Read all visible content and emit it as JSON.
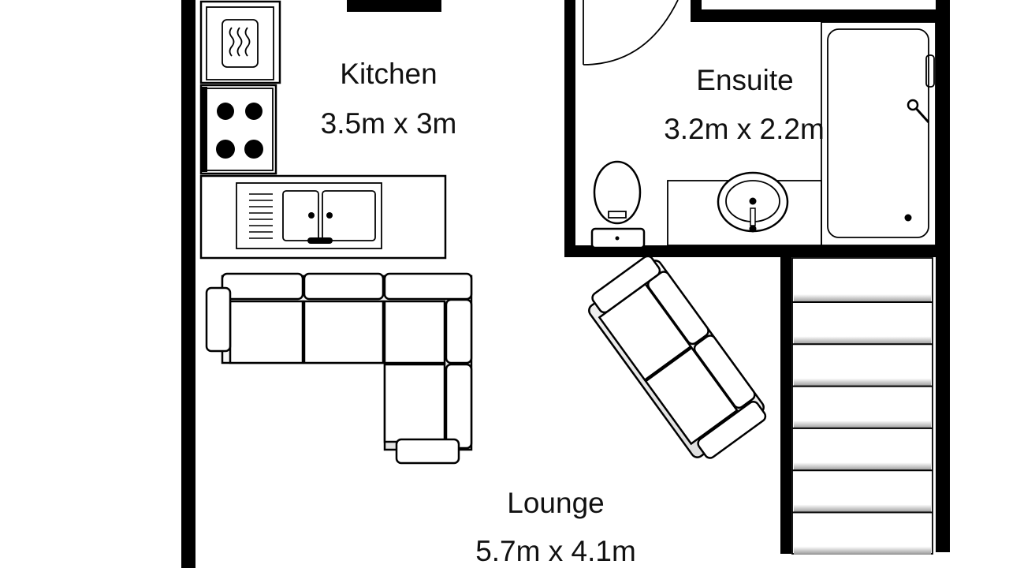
{
  "rooms": {
    "kitchen": {
      "name": "Kitchen",
      "size": "3.5m x 3m"
    },
    "ensuite": {
      "name": "Ensuite",
      "size": "3.2m x 2.2m"
    },
    "lounge": {
      "name": "Lounge",
      "size": "5.7m x 4.1m"
    }
  },
  "colors": {
    "wall": "#000000",
    "floor": "#ffffff"
  }
}
